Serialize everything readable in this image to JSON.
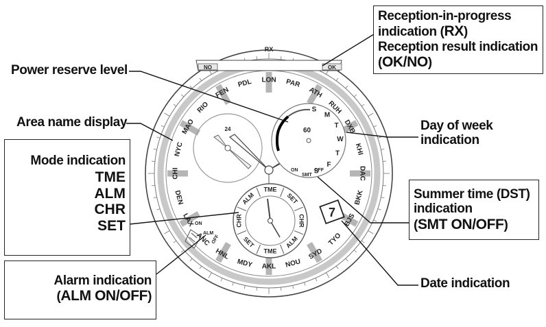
{
  "callouts": {
    "reception": {
      "line1": "Reception-in-progress",
      "line2_prefix": "indication (",
      "line2_code": "RX",
      "line2_suffix": ")",
      "line3": "Reception result indication",
      "line4_prefix": "(",
      "line4_code": "OK/NO",
      "line4_suffix": ")"
    },
    "power_reserve": "Power reserve level",
    "area_name": "Area name display",
    "day_of_week": {
      "line1": "Day of week",
      "line2": "indication"
    },
    "mode": {
      "title": "Mode indication",
      "modes": [
        "TME",
        "ALM",
        "CHR",
        "SET"
      ]
    },
    "summer_time": {
      "line1": "Summer time (DST)",
      "line2": "indication",
      "line3_prefix": "(",
      "line3_code": "SMT ON/OFF",
      "line3_suffix": ")"
    },
    "date": "Date indication",
    "alarm": {
      "line1": "Alarm indication",
      "line2_prefix": "(",
      "line2_code": "ALM ON/OFF",
      "line2_suffix": ")"
    }
  },
  "dial": {
    "bezel_labels": {
      "no": "NO",
      "rx": "RX",
      "ok": "OK"
    },
    "cities": [
      "LON",
      "PAR",
      "ATH",
      "RUH",
      "DXB",
      "KHI",
      "DAC",
      "BKK",
      "BJS",
      "TYO",
      "SYD",
      "NOU",
      "AKL",
      "MDY",
      "HNL",
      "ANC",
      "LAX",
      "DEN",
      "CHI",
      "NYC",
      "MAO",
      "RIO",
      "FEN",
      "PDL"
    ],
    "subdial_24": "24",
    "power_reserve_value": "60",
    "days": [
      "S",
      "M",
      "T",
      "W",
      "T",
      "F",
      "S"
    ],
    "smt": {
      "on": "ON",
      "smt": "SMT",
      "off": "OFF"
    },
    "mode_ring": [
      "TME",
      "SET",
      "CHR",
      "ALM",
      "TME",
      "SET",
      "CHR",
      "ALM"
    ],
    "alarm": {
      "on": "ON",
      "alm": "ALM",
      "off": "OFF"
    },
    "date_value": "7"
  }
}
